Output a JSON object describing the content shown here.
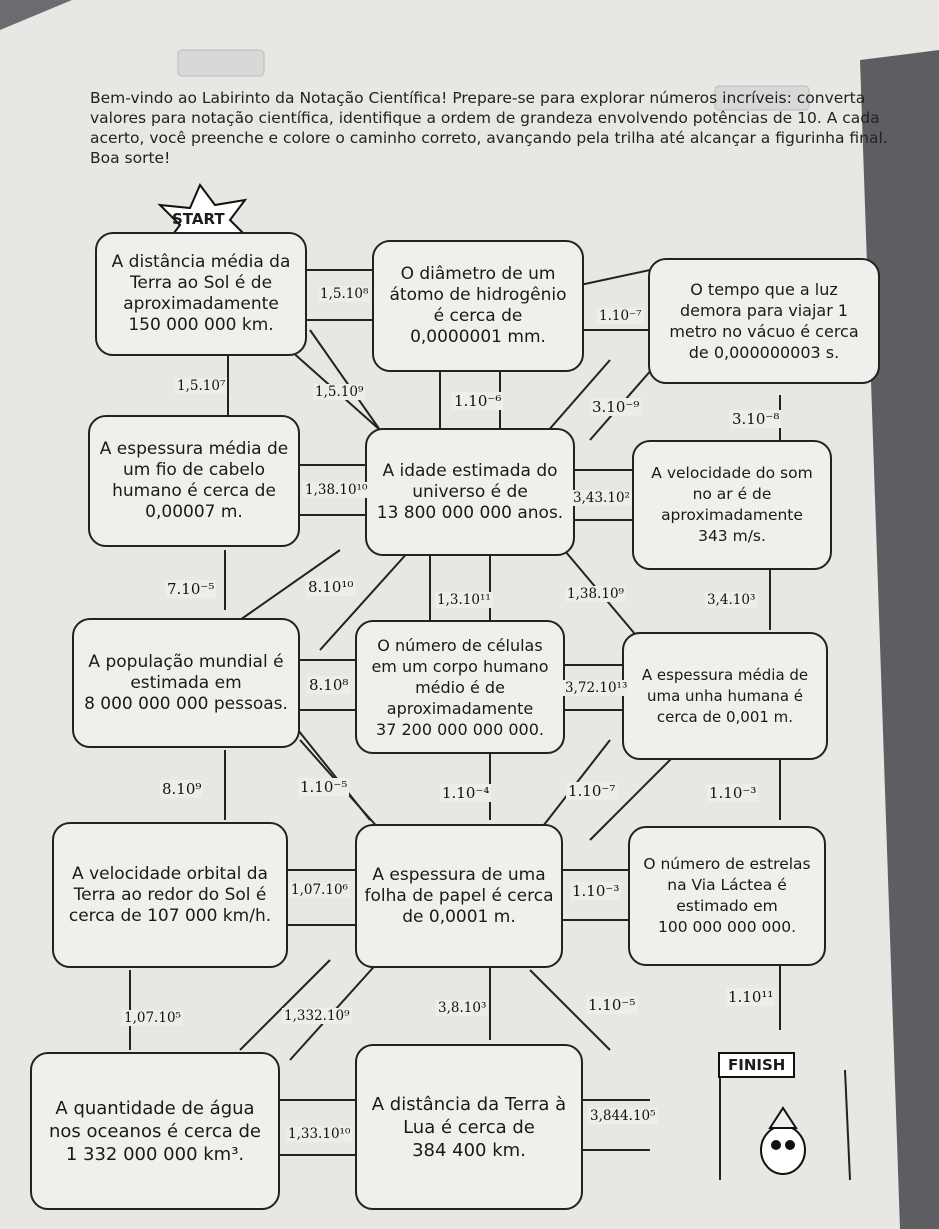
{
  "intro": {
    "line1": "Bem-vindo ao Labirinto da Notação Científica! Prepare-se para explorar números incríveis: converta",
    "line2": "valores para notação científica, identifique a ordem de grandeza envolvendo potências de 10. A cada",
    "line3": "acerto, você preenche e colore o caminho correto, avançando pela trilha até alcançar a figurinha final.",
    "line4": "Boa sorte!"
  },
  "badges": {
    "start": "START",
    "finish": "FINISH"
  },
  "boxes": [
    {
      "lines": [
        "A distância média da",
        "Terra ao Sol é de",
        "aproximadamente",
        "150 000 000 km."
      ]
    },
    {
      "lines": [
        "O diâmetro de um",
        "átomo de hidrogênio",
        "é cerca de",
        "0,0000001 mm."
      ]
    },
    {
      "lines": [
        "O tempo que a luz",
        "demora para viajar 1",
        "metro no vácuo é cerca",
        "de 0,000000003 s."
      ]
    },
    {
      "lines": [
        "A espessura média de",
        "um fio de cabelo",
        "humano é cerca de",
        "0,00007 m."
      ]
    },
    {
      "lines": [
        "A idade estimada do",
        "universo é de",
        "13 800 000 000 anos."
      ]
    },
    {
      "lines": [
        "A velocidade do som",
        "no ar é de",
        "aproximadamente",
        "343 m/s."
      ]
    },
    {
      "lines": [
        "A população mundial é",
        "estimada em",
        "8 000 000 000 pessoas."
      ]
    },
    {
      "lines": [
        "O número de células",
        "em um corpo humano",
        "médio é de",
        "aproximadamente",
        "37 200 000 000 000."
      ]
    },
    {
      "lines": [
        "A espessura média de",
        "uma unha humana é",
        "cerca de 0,001 m."
      ]
    },
    {
      "lines": [
        "A velocidade orbital da",
        "Terra ao redor do Sol é",
        "cerca de 107 000 km/h."
      ]
    },
    {
      "lines": [
        "A espessura de uma",
        "folha de papel é cerca",
        "de 0,0001 m."
      ]
    },
    {
      "lines": [
        "O número de estrelas",
        "na Via Láctea é",
        "estimado em",
        "100 000 000 000."
      ]
    },
    {
      "lines": [
        "A quantidade de água",
        "nos oceanos é cerca de",
        "1 332 000 000 km³."
      ]
    },
    {
      "lines": [
        "A distância da Terra à",
        "Lua é cerca de",
        "384 400 km."
      ]
    }
  ],
  "paths": [
    "1,5.10⁸",
    "1.10⁻⁷",
    "1,5.10⁷",
    "1,5.10⁹",
    "1.10⁻⁶",
    "3.10⁻⁹",
    "3.10⁻⁸",
    "1,38.10¹⁰",
    "3,43.10²",
    "7.10⁻⁵",
    "8.10¹⁰",
    "1,3.10¹¹",
    "1,38.10⁹",
    "3,4.10³",
    "8.10⁸",
    "3,72.10¹³",
    "8.10⁹",
    "1.10⁻⁵",
    "1.10⁻⁴",
    "1.10⁻⁷",
    "1.10⁻³",
    "1,07.10⁶",
    "1.10⁻³",
    "1,07.10⁵",
    "1,332.10⁹",
    "3,8.10³",
    "1.10⁻⁵",
    "1.10¹¹",
    "1,33.10¹⁰",
    "3,844.10⁵"
  ]
}
